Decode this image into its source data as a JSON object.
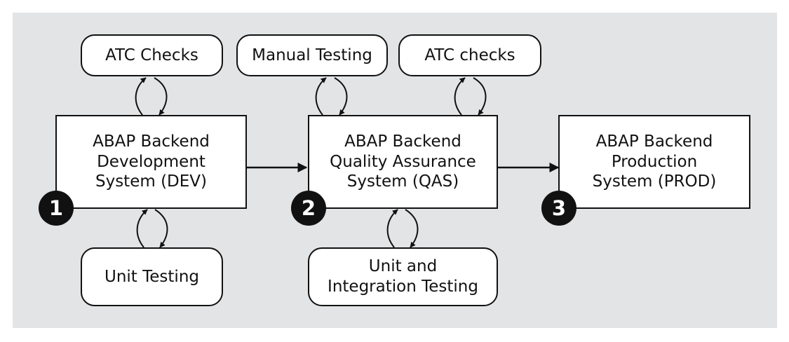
{
  "systems": {
    "dev": {
      "lines": [
        "ABAP Backend",
        "Development",
        "System (DEV)"
      ],
      "step": "1"
    },
    "qas": {
      "lines": [
        "ABAP Backend",
        "Quality Assurance",
        "System (QAS)"
      ],
      "step": "2"
    },
    "prod": {
      "lines": [
        "ABAP Backend",
        "Production",
        "System (PROD)"
      ],
      "step": "3"
    }
  },
  "activities": {
    "dev_top": {
      "lines": [
        "ATC Checks"
      ]
    },
    "dev_bottom": {
      "lines": [
        "Unit Testing"
      ]
    },
    "qas_top_left": {
      "lines": [
        "Manual Testing"
      ]
    },
    "qas_top_right": {
      "lines": [
        "ATC checks"
      ]
    },
    "qas_bottom": {
      "lines": [
        "Unit and",
        "Integration Testing"
      ]
    }
  },
  "colors": {
    "background": "#e3e4e6",
    "stroke": "#111111",
    "box_fill": "#ffffff",
    "badge_text": "#ffffff"
  }
}
